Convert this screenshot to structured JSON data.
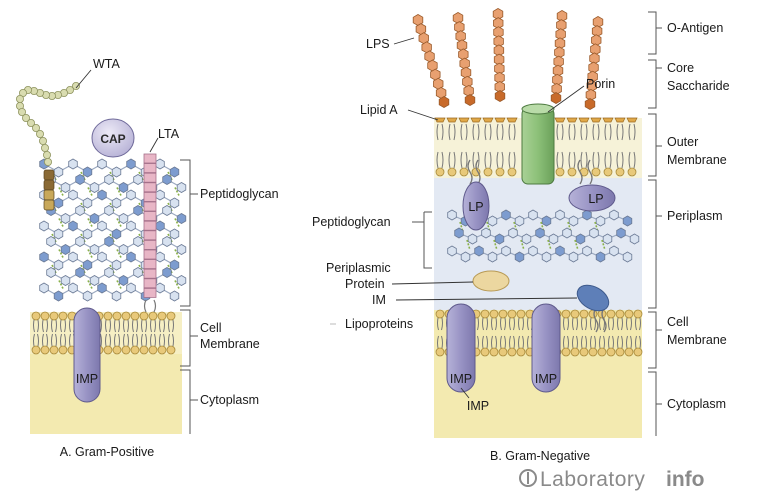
{
  "gram_positive": {
    "title": "A. Gram-Positive",
    "labels": {
      "wta": "WTA",
      "cap": "CAP",
      "lta": "LTA",
      "imp": "IMP",
      "peptidoglycan": "Peptidoglycan",
      "cell_membrane_1": "Cell",
      "cell_membrane_2": "Membrane",
      "cytoplasm": "Cytoplasm"
    }
  },
  "gram_negative": {
    "title": "B. Gram-Negative",
    "labels": {
      "lps": "LPS",
      "lipid_a": "Lipid A",
      "porin": "Porin",
      "lp_1": "LP",
      "lp_2": "LP",
      "peptidoglycan": "Peptidoglycan",
      "periplasmic_protein_1": "Periplasmic",
      "periplasmic_protein_2": "Protein",
      "im": "IM",
      "lipoproteins": "Lipoproteins",
      "imp_1": "IMP",
      "imp_2": "IMP",
      "imp_3": "IMP",
      "o_antigen": "O-Antigen",
      "core_saccharide_1": "Core",
      "core_saccharide_2": "Saccharide",
      "outer_membrane_1": "Outer",
      "outer_membrane_2": "Membrane",
      "periplasm": "Periplasm",
      "cell_membrane_1": "Cell",
      "cell_membrane_2": "Membrane",
      "cytoplasm": "Cytoplasm"
    }
  },
  "watermark": {
    "part1": "Laboratory",
    "part2": "info"
  },
  "colors": {
    "cytoplasm": "#f3eab0",
    "periplasm": "#e3e9f3",
    "membrane_head": "#e8c97a",
    "peptidoglycan_light": "#d8e2f0",
    "peptidoglycan_blue": "#7d9ccf",
    "protein_purple": "#9c97c4",
    "porin_green": "#8ec07a",
    "lps_orange": "#e8a070",
    "lipid_a_brown": "#c86a2a",
    "lta_pink": "#e8b6c6",
    "wta_bead": "#d9dcb0",
    "periplasmic_protein": "#ecd7a0",
    "im_lipoprotein": "#5e7fb8"
  }
}
